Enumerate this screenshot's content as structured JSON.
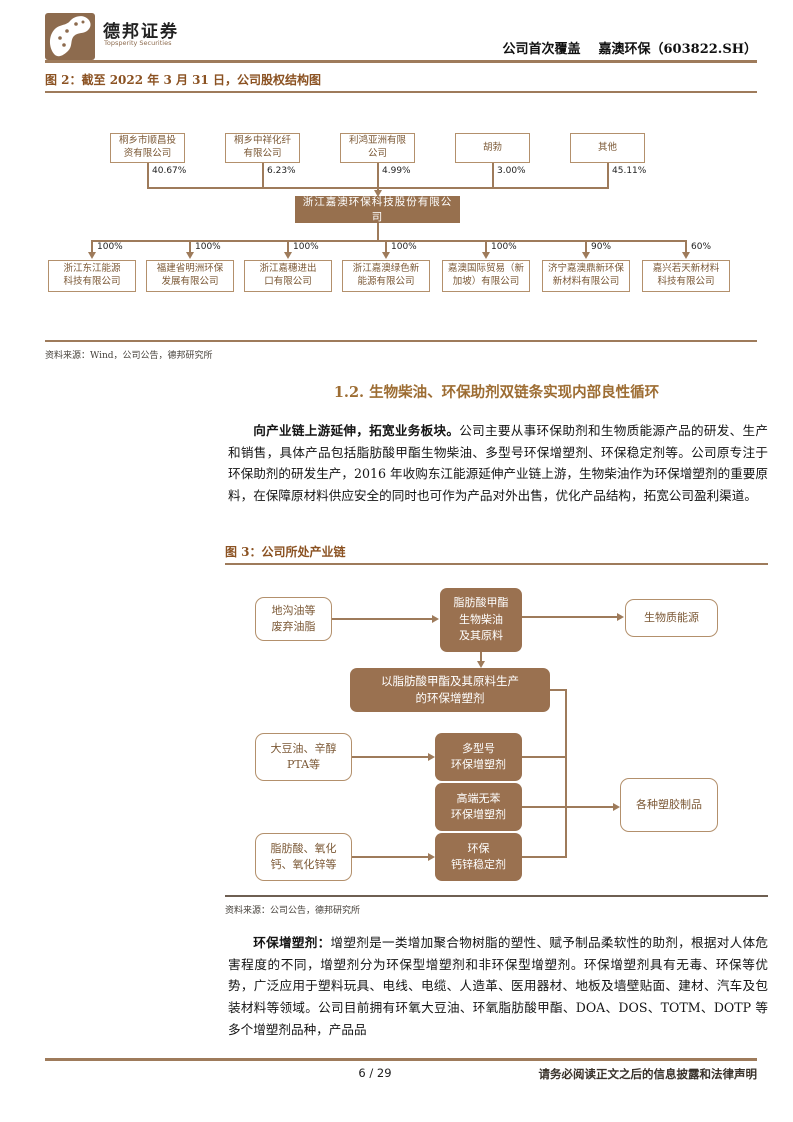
{
  "colors": {
    "theme_brown": "#9e7b5b",
    "box_fill_brown": "#97704e",
    "figure_title_brown": "#8b5222",
    "section_heading_brown": "#9d6d33"
  },
  "header": {
    "brand_cn": "德邦证券",
    "brand_en": "Topsperity Securities",
    "report_type": "公司首次覆盖",
    "company": "嘉澳环保（603822.SH）"
  },
  "figure2": {
    "title": "图 2：截至 2022 年 3 月 31 日，公司股权结构图",
    "source": "资料来源：Wind，公司公告，德邦研究所",
    "parent": "浙江嘉澳环保科技股份有限公司",
    "shareholders": [
      {
        "name": "桐乡市顺昌投\n资有限公司",
        "pct": "40.67%"
      },
      {
        "name": "桐乡中祥化纤\n有限公司",
        "pct": "6.23%"
      },
      {
        "name": "利鸿亚洲有限\n公司",
        "pct": "4.99%"
      },
      {
        "name": "胡勃",
        "pct": "3.00%"
      },
      {
        "name": "其他",
        "pct": "45.11%"
      }
    ],
    "subsidiaries": [
      {
        "name": "浙江东江能源\n科技有限公司",
        "pct": "100%"
      },
      {
        "name": "福建省明洲环保\n发展有限公司",
        "pct": "100%"
      },
      {
        "name": "浙江嘉穗进出\n口有限公司",
        "pct": "100%"
      },
      {
        "name": "浙江嘉澳绿色新\n能源有限公司",
        "pct": "100%"
      },
      {
        "name": "嘉澳国际贸易（新\n加坡）有限公司",
        "pct": "100%"
      },
      {
        "name": "济宁嘉澳鼎新环保\n新材料有限公司",
        "pct": "90%"
      },
      {
        "name": "嘉兴若天新材料\n科技有限公司",
        "pct": "60%"
      }
    ]
  },
  "section": {
    "heading": "1.2. 生物柴油、环保助剂双链条实现内部良性循环",
    "para1_bold": "向产业链上游延伸，拓宽业务板块。",
    "para1_text": "公司主要从事环保助剂和生物质能源产品的研发、生产和销售，具体产品包括脂肪酸甲酯生物柴油、多型号环保增塑剂、环保稳定剂等。公司原专注于环保助剂的研发生产，2016 年收购东江能源延伸产业链上游，生物柴油作为环保增塑剂的重要原料，在保障原材料供应安全的同时也可作为产品对外出售，优化产品结构，拓宽公司盈利渠道。"
  },
  "figure3": {
    "title": "图 3：公司所处产业链",
    "source": "资料来源：公司公告，德邦研究所",
    "nodes": {
      "input1": "地沟油等\n废弃油脂",
      "process1": "脂肪酸甲酯\n生物柴油\n及其原料",
      "output1": "生物质能源",
      "process2": "以脂肪酸甲酯及其原料生产\n的环保增塑剂",
      "input2": "大豆油、辛醇\nPTA等",
      "process3": "多型号\n环保增塑剂",
      "process4": "高端无苯\n环保增塑剂",
      "input3": "脂肪酸、氧化\n钙、氧化锌等",
      "process5": "环保\n钙锌稳定剂",
      "output2": "各种塑胶制品"
    }
  },
  "para2": {
    "bold": "环保增塑剂：",
    "text": "增塑剂是一类增加聚合物树脂的塑性、赋予制品柔软性的助剂，根据对人体危害程度的不同，增塑剂分为环保型增塑剂和非环保型增塑剂。环保增塑剂具有无毒、环保等优势，广泛应用于塑料玩具、电线、电缆、人造革、医用器材、地板及墙壁贴面、建材、汽车及包装材料等领域。公司目前拥有环氧大豆油、环氧脂肪酸甲酯、DOA、DOS、TOTM、DOTP 等多个增塑剂品种，产品品"
  },
  "footer": {
    "page": "6 / 29",
    "disclaimer": "请务必阅读正文之后的信息披露和法律声明"
  }
}
